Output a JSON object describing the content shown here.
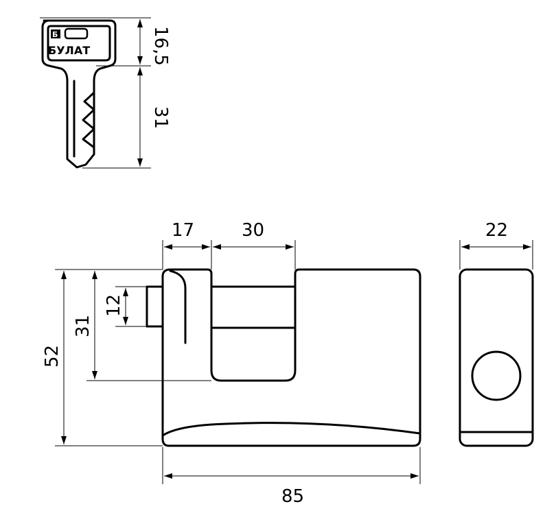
{
  "key": {
    "brand": "БУЛАТ",
    "logo_letter": "Б",
    "head_height": "16,5",
    "blade_length": "31"
  },
  "lock_front": {
    "body_width": "85",
    "body_height": "52",
    "shackle_offset": "17",
    "shackle_gap": "30",
    "shackle_height": "31",
    "bolt_height": "12"
  },
  "lock_side": {
    "depth": "22"
  },
  "colors": {
    "stroke": "#000000",
    "background": "#ffffff"
  }
}
